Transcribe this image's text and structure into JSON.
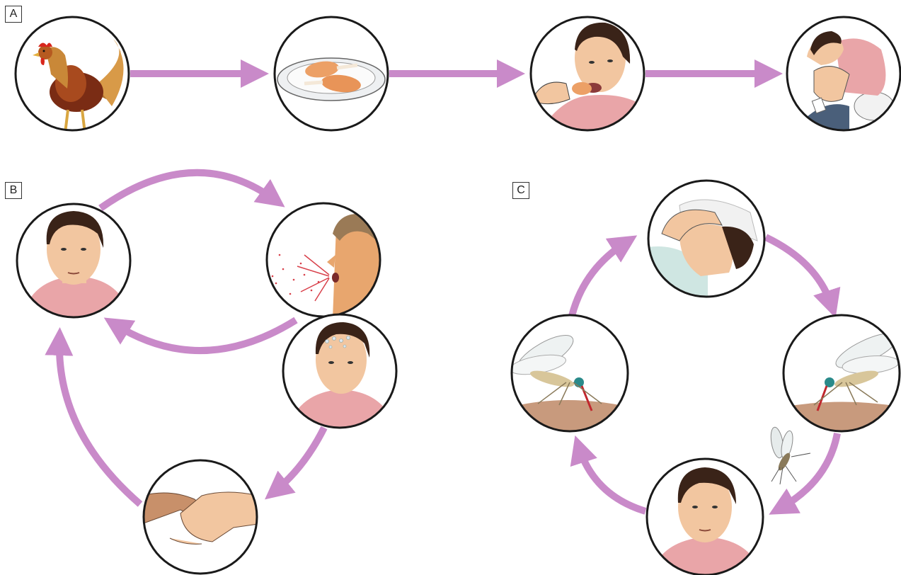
{
  "panels": {
    "a": {
      "label": "A"
    },
    "b": {
      "label": "B"
    },
    "c": {
      "label": "C"
    }
  },
  "colors": {
    "arrow": "#c98ac9",
    "circle_stroke": "#1a1a1a",
    "shirt": "#e9a5a8",
    "skin": "#f2c6a0",
    "hair": "#3a2318",
    "bite_skin": "#c89a7d",
    "pale_blue": "#cfe6e2"
  },
  "icons": {
    "a": [
      "rooster-icon",
      "chicken-plate-icon",
      "man-eating-icon",
      "sick-man-toilet-icon"
    ],
    "b": [
      "man-portrait-icon",
      "sneezing-man-icon",
      "sweating-man-icon",
      "handshake-icon"
    ],
    "c": [
      "man-in-bed-icon",
      "mosquito-biting-icon",
      "flying-mosquito-icon",
      "man-portrait-icon",
      "mosquito-biting-icon"
    ]
  }
}
